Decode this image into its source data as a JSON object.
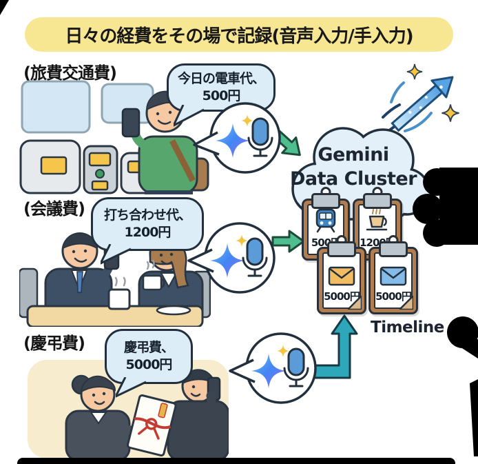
{
  "title": "日々の経費をその場で記録(音声入力/手入力)",
  "scenes": [
    {
      "label": "(旅費交通費)",
      "bubble": {
        "line1": "今日の電車代、",
        "line2": "500円"
      }
    },
    {
      "label": "(会議費)",
      "bubble": {
        "line1": "打ち合わせ代、",
        "line2": "1200円"
      }
    },
    {
      "label": "(慶弔費)",
      "bubble": {
        "line1": "慶弔費、",
        "line2": "5000円"
      }
    }
  ],
  "cloud": {
    "line1": "Gemini",
    "line2": "Data Cluster"
  },
  "records": [
    {
      "icon": "train-icon",
      "amount": "500円"
    },
    {
      "icon": "coffee-icon",
      "amount": "1200円"
    },
    {
      "icon": "envelope-orange-icon",
      "amount": "5000円"
    },
    {
      "icon": "envelope-blue-icon",
      "amount": "5000円"
    }
  ],
  "timeline_label": "Timeline",
  "colors": {
    "banner_bg": "#F7E793",
    "bubble_bg": "#DCEDF8",
    "outline": "#22303E",
    "cloud_bg": "#E3F0FA",
    "arrow_green": "#4FBE8E",
    "arrow_teal": "#2EA7BA",
    "clipboard_brown": "#B07E50",
    "scene3_bg": "#F8ECCF",
    "mic_blue": "#5B9BD8",
    "star_yellow": "#F5C542"
  }
}
